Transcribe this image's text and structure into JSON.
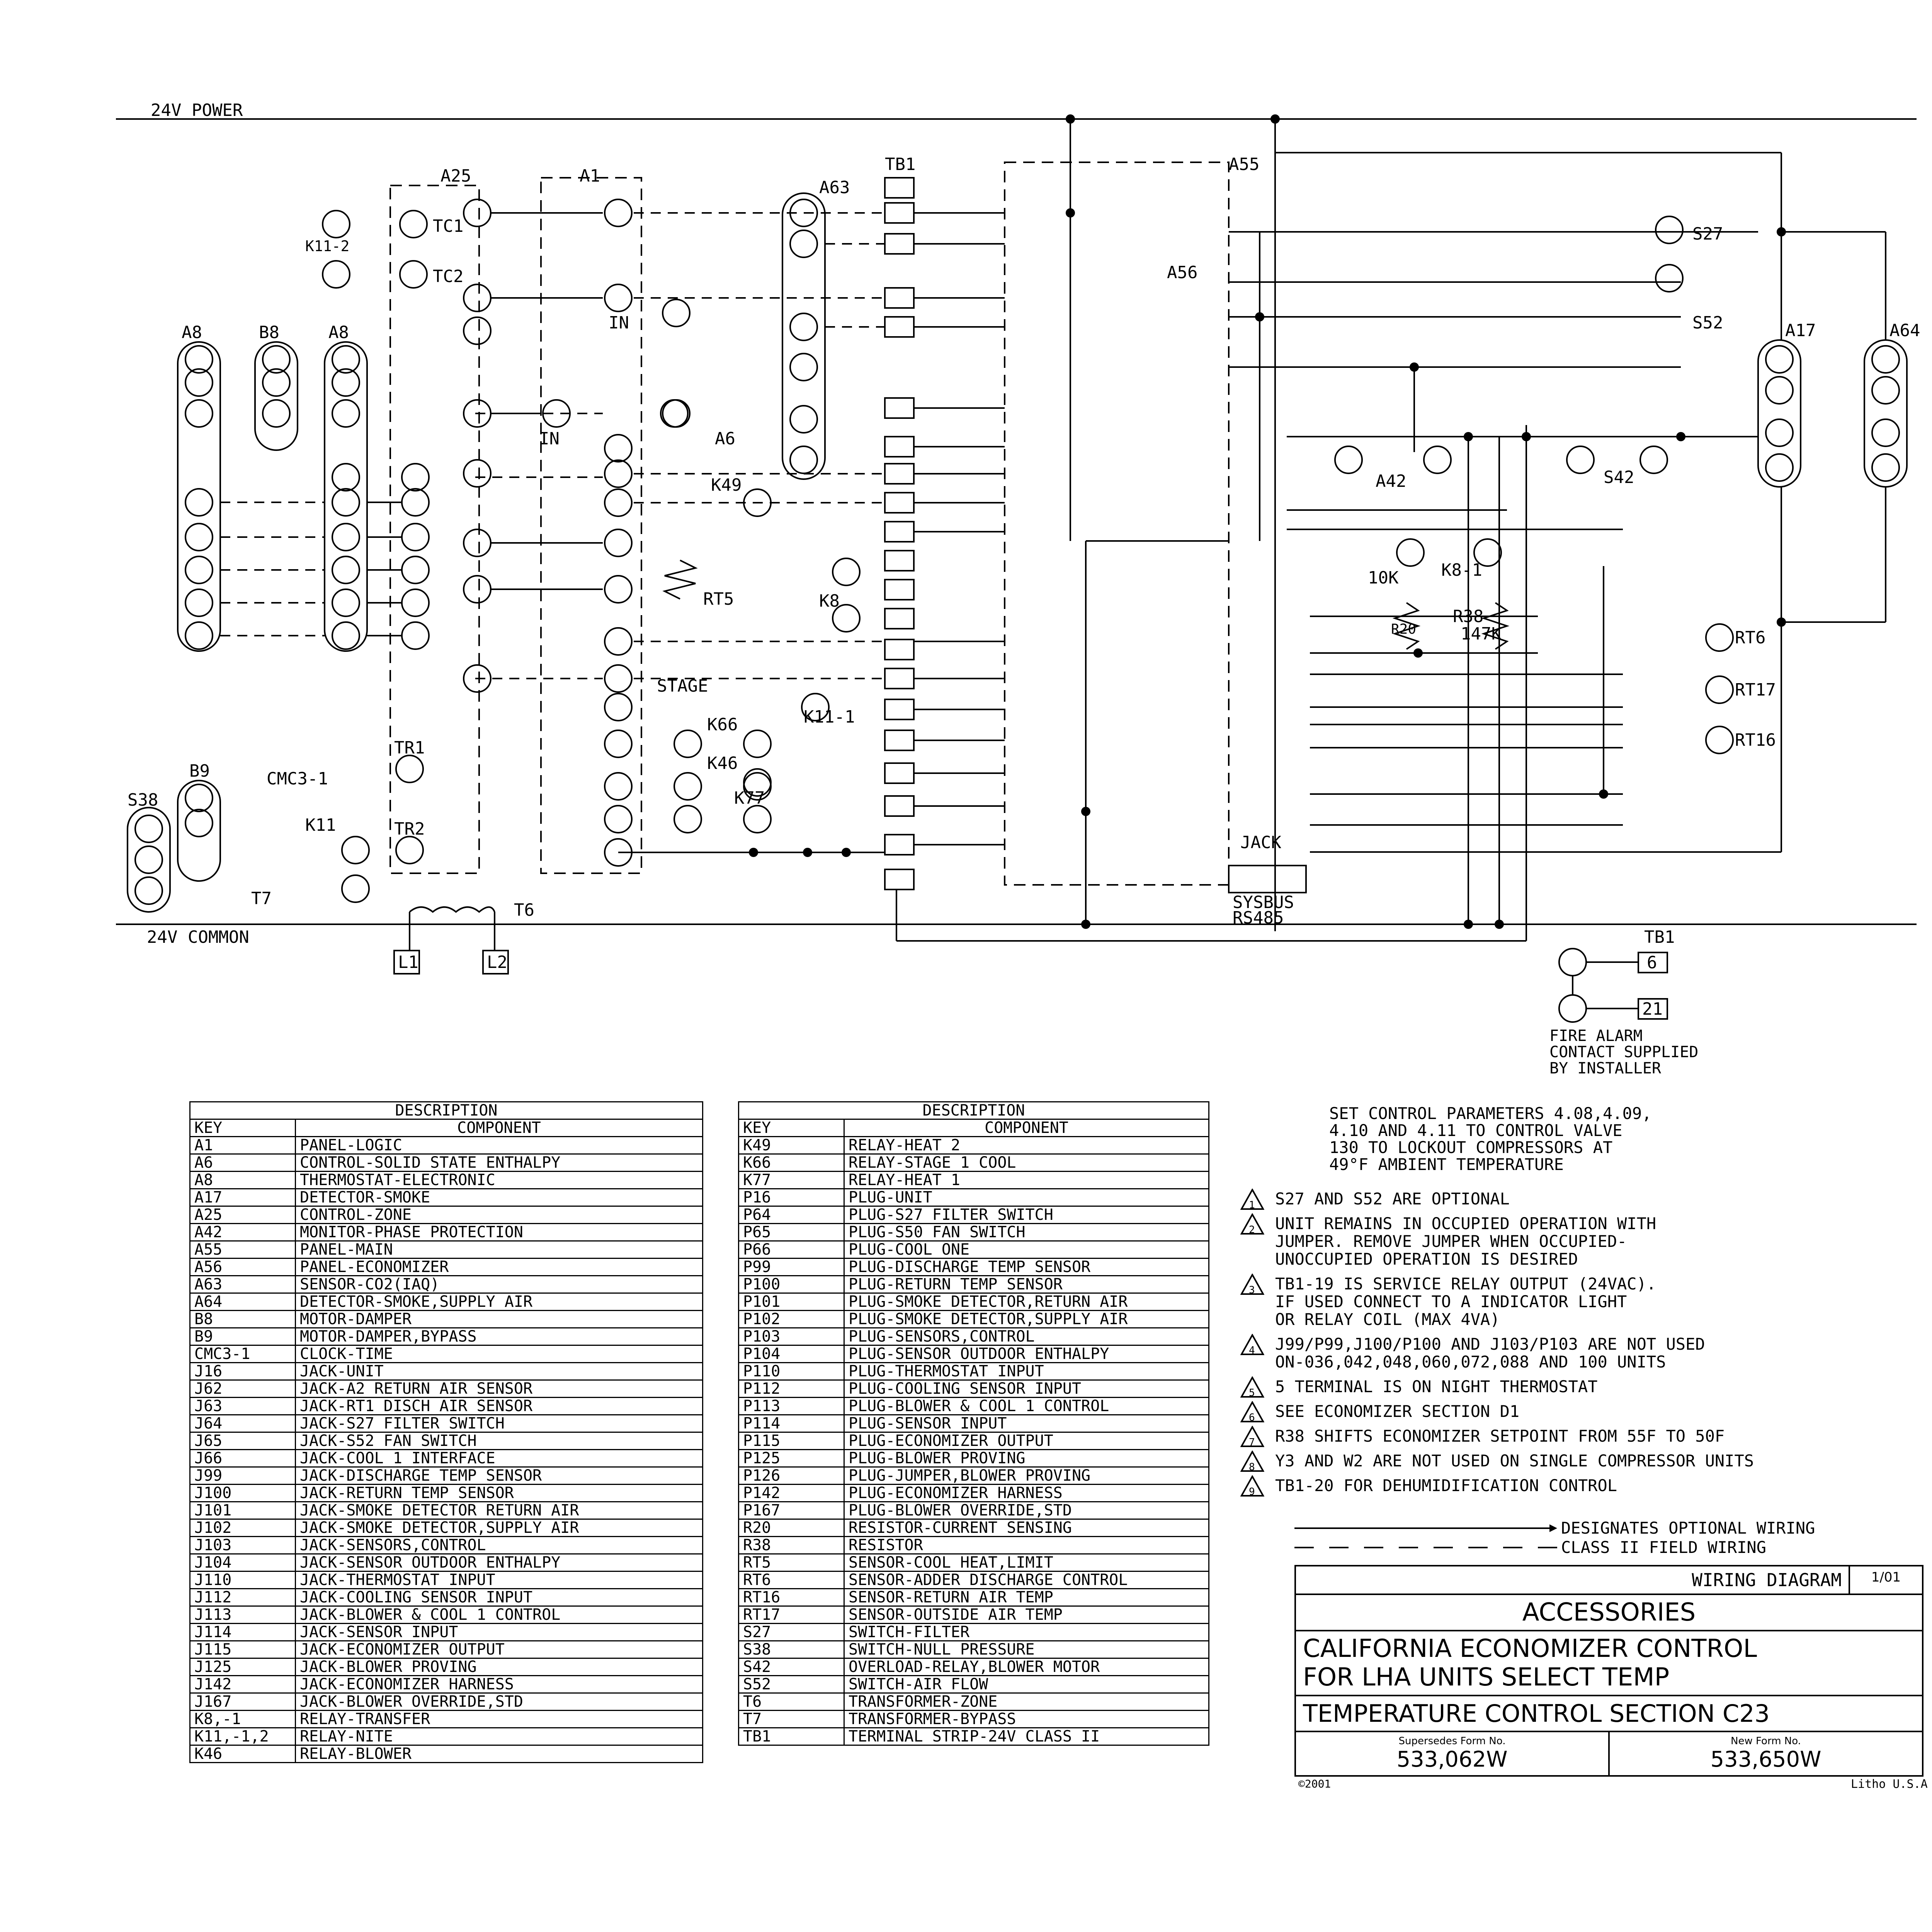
{
  "rails": {
    "power_label": "24V POWER",
    "common_label": "24V COMMON"
  },
  "modules": {
    "a25": "A25",
    "a1": "A1",
    "a63": "A63",
    "a55": "A55",
    "a56": "A56",
    "a6": "A6",
    "a17": "A17",
    "a64": "A64",
    "a42": "A42",
    "a8_left": "A8",
    "b8": "B8",
    "a8_right": "A8",
    "b9": "B9",
    "s38": "S38",
    "tb1": "TB1",
    "t7": "T7",
    "t6": "T6",
    "cmc3": "CMC3-1",
    "k11": "K11",
    "k11_2": "K11-2",
    "tr1": "TR1",
    "tr2": "TR2",
    "k49": "K49",
    "k66": "K66",
    "k46": "K46",
    "k77": "K77",
    "k8": "K8",
    "k11_1": "K11-1",
    "rt5": "RT5",
    "rt6": "RT6",
    "rt17": "RT17",
    "rt16": "RT16",
    "s27": "S27",
    "s52": "S52",
    "s42": "S42",
    "r20": "R20",
    "r38": "R38",
    "r38_val": "147K",
    "k8_1": "K8-1",
    "r10k": "10K",
    "stage": "STAGE",
    "jack": "JACK",
    "sysbus": "SYSBUS",
    "rs485": "RS485",
    "tc1": "TC1",
    "tc2": "TC2",
    "in1": "IN",
    "in2": "IN",
    "l1": "L1",
    "l2": "L2"
  },
  "fire_alarm": {
    "tb1": "TB1",
    "term_a": "6",
    "term_b": "21",
    "text": "FIRE ALARM\nCONTACT SUPPLIED\nBY INSTALLER"
  },
  "table1": {
    "title": "DESCRIPTION",
    "col_key": "KEY",
    "col_component": "COMPONENT",
    "rows": [
      [
        "A1",
        "PANEL-LOGIC"
      ],
      [
        "A6",
        "CONTROL-SOLID STATE ENTHALPY"
      ],
      [
        "A8",
        "THERMOSTAT-ELECTRONIC"
      ],
      [
        "A17",
        "DETECTOR-SMOKE"
      ],
      [
        "A25",
        "CONTROL-ZONE"
      ],
      [
        "A42",
        "MONITOR-PHASE PROTECTION"
      ],
      [
        "A55",
        "PANEL-MAIN"
      ],
      [
        "A56",
        "PANEL-ECONOMIZER"
      ],
      [
        "A63",
        "SENSOR-CO2(IAQ)"
      ],
      [
        "A64",
        "DETECTOR-SMOKE,SUPPLY AIR"
      ],
      [
        "B8",
        "MOTOR-DAMPER"
      ],
      [
        "B9",
        "MOTOR-DAMPER,BYPASS"
      ],
      [
        "CMC3-1",
        "CLOCK-TIME"
      ],
      [
        "J16",
        "JACK-UNIT"
      ],
      [
        "J62",
        "JACK-A2 RETURN AIR SENSOR"
      ],
      [
        "J63",
        "JACK-RT1 DISCH AIR SENSOR"
      ],
      [
        "J64",
        "JACK-S27 FILTER SWITCH"
      ],
      [
        "J65",
        "JACK-S52 FAN SWITCH"
      ],
      [
        "J66",
        "JACK-COOL 1 INTERFACE"
      ],
      [
        "J99",
        "JACK-DISCHARGE TEMP SENSOR"
      ],
      [
        "J100",
        "JACK-RETURN TEMP SENSOR"
      ],
      [
        "J101",
        "JACK-SMOKE DETECTOR RETURN AIR"
      ],
      [
        "J102",
        "JACK-SMOKE DETECTOR,SUPPLY AIR"
      ],
      [
        "J103",
        "JACK-SENSORS,CONTROL"
      ],
      [
        "J104",
        "JACK-SENSOR OUTDOOR ENTHALPY"
      ],
      [
        "J110",
        "JACK-THERMOSTAT INPUT"
      ],
      [
        "J112",
        "JACK-COOLING SENSOR INPUT"
      ],
      [
        "J113",
        "JACK-BLOWER & COOL 1 CONTROL"
      ],
      [
        "J114",
        "JACK-SENSOR INPUT"
      ],
      [
        "J115",
        "JACK-ECONOMIZER OUTPUT"
      ],
      [
        "J125",
        "JACK-BLOWER PROVING"
      ],
      [
        "J142",
        "JACK-ECONOMIZER HARNESS"
      ],
      [
        "J167",
        "JACK-BLOWER OVERRIDE,STD"
      ],
      [
        "K8,-1",
        "RELAY-TRANSFER"
      ],
      [
        "K11,-1,2",
        "RELAY-NITE"
      ],
      [
        "K46",
        "RELAY-BLOWER"
      ]
    ]
  },
  "table2": {
    "title": "DESCRIPTION",
    "col_key": "KEY",
    "col_component": "COMPONENT",
    "rows": [
      [
        "K49",
        "RELAY-HEAT 2"
      ],
      [
        "K66",
        "RELAY-STAGE 1 COOL"
      ],
      [
        "K77",
        "RELAY-HEAT 1"
      ],
      [
        "P16",
        "PLUG-UNIT"
      ],
      [
        "P64",
        "PLUG-S27 FILTER SWITCH"
      ],
      [
        "P65",
        "PLUG-S50 FAN SWITCH"
      ],
      [
        "P66",
        "PLUG-COOL ONE"
      ],
      [
        "P99",
        "PLUG-DISCHARGE TEMP SENSOR"
      ],
      [
        "P100",
        "PLUG-RETURN TEMP SENSOR"
      ],
      [
        "P101",
        "PLUG-SMOKE DETECTOR,RETURN AIR"
      ],
      [
        "P102",
        "PLUG-SMOKE DETECTOR,SUPPLY AIR"
      ],
      [
        "P103",
        "PLUG-SENSORS,CONTROL"
      ],
      [
        "P104",
        "PLUG-SENSOR OUTDOOR ENTHALPY"
      ],
      [
        "P110",
        "PLUG-THERMOSTAT INPUT"
      ],
      [
        "P112",
        "PLUG-COOLING SENSOR INPUT"
      ],
      [
        "P113",
        "PLUG-BLOWER & COOL 1 CONTROL"
      ],
      [
        "P114",
        "PLUG-SENSOR INPUT"
      ],
      [
        "P115",
        "PLUG-ECONOMIZER OUTPUT"
      ],
      [
        "P125",
        "PLUG-BLOWER PROVING"
      ],
      [
        "P126",
        "PLUG-JUMPER,BLOWER PROVING"
      ],
      [
        "P142",
        "PLUG-ECONOMIZER HARNESS"
      ],
      [
        "P167",
        "PLUG-BLOWER OVERRIDE,STD"
      ],
      [
        "R20",
        "RESISTOR-CURRENT SENSING"
      ],
      [
        "R38",
        "RESISTOR"
      ],
      [
        "RT5",
        "SENSOR-COOL HEAT,LIMIT"
      ],
      [
        "RT6",
        "SENSOR-ADDER DISCHARGE CONTROL"
      ],
      [
        "RT16",
        "SENSOR-RETURN AIR TEMP"
      ],
      [
        "RT17",
        "SENSOR-OUTSIDE AIR TEMP"
      ],
      [
        "S27",
        "SWITCH-FILTER"
      ],
      [
        "S38",
        "SWITCH-NULL PRESSURE"
      ],
      [
        "S42",
        "OVERLOAD-RELAY,BLOWER MOTOR"
      ],
      [
        "S52",
        "SWITCH-AIR FLOW"
      ],
      [
        "T6",
        "TRANSFORMER-ZONE"
      ],
      [
        "T7",
        "TRANSFORMER-BYPASS"
      ],
      [
        "TB1",
        "TERMINAL STRIP-24V CLASS II"
      ]
    ]
  },
  "set_params": "SET CONTROL PARAMETERS 4.08,4.09,\n4.10 AND 4.11 TO CONTROL VALVE\n130 TO LOCKOUT COMPRESSORS AT\n49°F AMBIENT TEMPERATURE",
  "notes": [
    {
      "num": "1",
      "text": "S27 AND S52 ARE OPTIONAL"
    },
    {
      "num": "2",
      "text": "UNIT REMAINS IN OCCUPIED OPERATION WITH\nJUMPER. REMOVE JUMPER WHEN OCCUPIED-\nUNOCCUPIED OPERATION IS DESIRED"
    },
    {
      "num": "3",
      "text": "TB1-19 IS SERVICE RELAY OUTPUT (24VAC).\nIF USED CONNECT TO A INDICATOR LIGHT\nOR RELAY COIL (MAX 4VA)"
    },
    {
      "num": "4",
      "text": "J99/P99,J100/P100 AND J103/P103 ARE NOT USED\nON-036,042,048,060,072,088 AND 100 UNITS"
    },
    {
      "num": "5",
      "text": "5 TERMINAL IS ON NIGHT THERMOSTAT"
    },
    {
      "num": "6",
      "text": "SEE ECONOMIZER SECTION D1"
    },
    {
      "num": "7",
      "text": "R38 SHIFTS ECONOMIZER SETPOINT FROM 55F TO 50F"
    },
    {
      "num": "8",
      "text": "Y3 AND W2 ARE NOT USED ON SINGLE COMPRESSOR UNITS"
    },
    {
      "num": "9",
      "text": "TB1-20 FOR DEHUMIDIFICATION CONTROL"
    }
  ],
  "legend": {
    "optional": "DESIGNATES OPTIONAL WIRING",
    "class2": "CLASS II FIELD WIRING"
  },
  "titleblock": {
    "heading": "WIRING DIAGRAM",
    "date": "1/01",
    "section": "ACCESSORIES",
    "line1": "CALIFORNIA ECONOMIZER CONTROL",
    "line2": "FOR LHA UNITS SELECT TEMP",
    "control_section": "TEMPERATURE CONTROL SECTION C23",
    "superseded_label": "Supersedes Form No.",
    "superseded_no": "533,062W",
    "new_label": "New Form No.",
    "new_no": "533,650W",
    "copyright": "©2001",
    "litho": "Litho U.S.A"
  }
}
